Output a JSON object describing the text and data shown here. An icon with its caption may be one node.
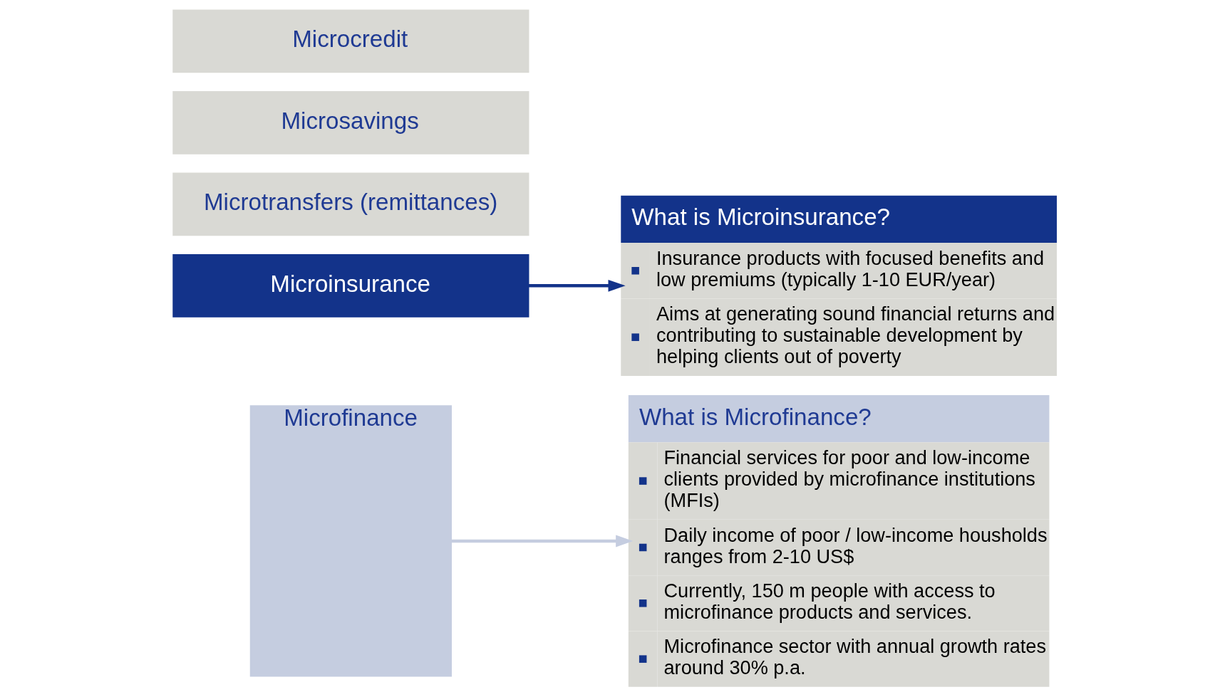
{
  "diagram": {
    "nodes": [
      {
        "text": [
          "Microfinance"
        ]
      },
      {
        "text": [
          "Microcredit"
        ]
      },
      {
        "text": [
          "Microsavings"
        ]
      },
      {
        "text": [
          "Microtransfers (remittances)"
        ]
      },
      {
        "text": [
          "Microinsurance"
        ]
      },
      {
        "text": [
          "What is Microfinance?",
          "Financial services for poor and low-income clients provided by microfinance institutions (MFIs)",
          "Daily income of poor / low-income housholds ranges from 2-10 US$",
          "Currently, 150 m people with access to microfinance products and services.",
          "Microfinance sector with annual growth rates around 30% p.a."
        ]
      },
      {
        "text": [
          "What is Microinsurance?",
          "Insurance products with focused benefits and low premiums (typically 1-10 EUR/year)",
          "Aims at generating sound financial returns and contributing to sustainable development by helping clients out of poverty"
        ]
      }
    ],
    "edges": [
      {
        "from": 0,
        "to": 5,
        "arrow": "to",
        "color": "#c5cde0"
      },
      {
        "from": 4,
        "to": 6,
        "arrow": "to",
        "color": "#13338a"
      }
    ]
  }
}
